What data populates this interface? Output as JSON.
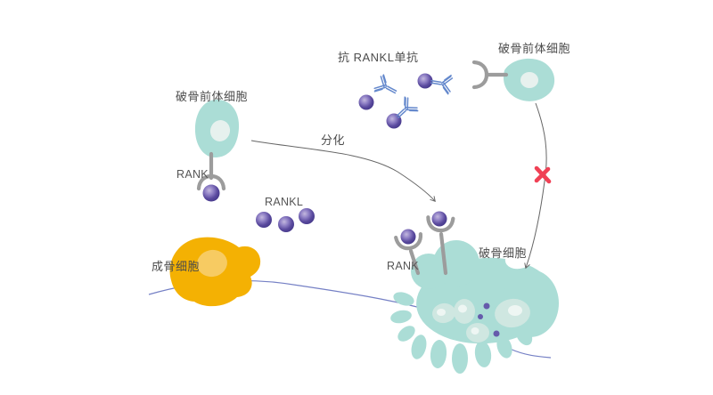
{
  "diagram_title_visible": false,
  "labels": {
    "precursor_left": "破骨前体细胞",
    "precursor_right": "破骨前体细胞",
    "anti_rankl_mab": "抗 RANKL单抗",
    "differentiation": "分化",
    "rank_left": "RANK",
    "rank_osteoclast": "RANK",
    "rankl": "RANKL",
    "osteoblast": "成骨细胞",
    "osteoclast": "破骨细胞"
  },
  "icons": {
    "antibody_icon": "Y-shape double-line antibody",
    "rankl_sphere_icon": "purple sphere ligand",
    "rank_receptor_icon": "gray stem with cup receptor",
    "blocked_cross_icon": "✗",
    "differentiation_arrow_icon": "curved thin arrow",
    "bone_surface_line_icon": "thin blue curve"
  },
  "colors": {
    "cell_teal": "#abddd6",
    "cell_teal_nucleus": "#e7f1ee",
    "osteoclast_nucleus": "#cfe7e1",
    "osteoclast_nucleus_spot": "#eef6f3",
    "osteoblast_yellow": "#f4b103",
    "osteoblast_nucleus": "#f7cb62",
    "sphere_dark": "#473a8c",
    "sphere_mid": "#8d7ec4",
    "sphere_light": "#c3b8de",
    "inner_dot_purple": "#655bab",
    "antibody_blue": "#6488cc",
    "receptor_gray": "#9c9c9c",
    "arrow_gray": "#666666",
    "bone_line_blue": "#7580c5",
    "cross_red": "#f04155",
    "text_gray": "#4c4c4c",
    "background": "#ffffff"
  }
}
